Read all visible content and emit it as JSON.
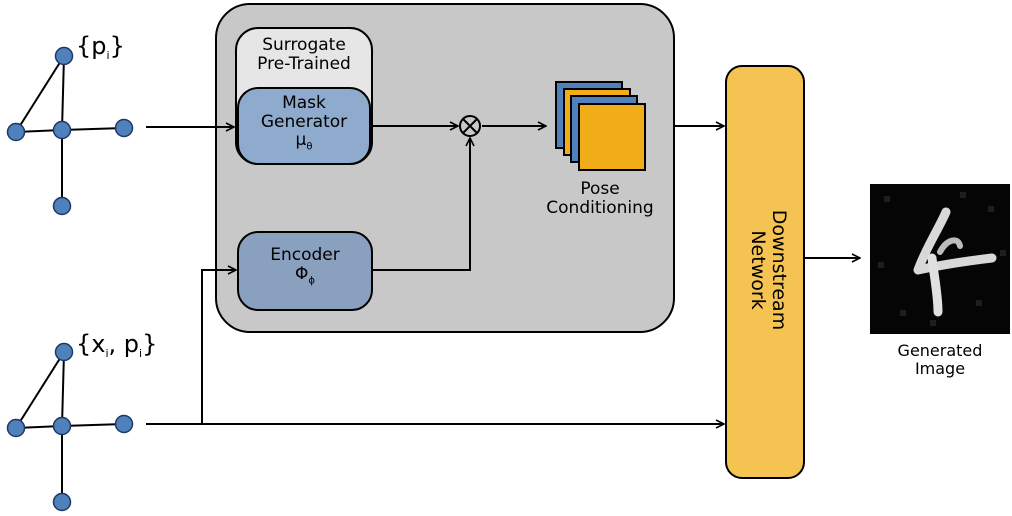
{
  "graph_top": {
    "label_main": "{p",
    "label_sub": "i",
    "label_end": "}"
  },
  "graph_bottom": {
    "label_main": "{x",
    "label_sub1": "i",
    "label_mid": ", p",
    "label_sub2": "i",
    "label_end": "}"
  },
  "surrogate": {
    "line1": "Surrogate",
    "line2": "Pre-Trained"
  },
  "mask_generator": {
    "line1": "Mask",
    "line2": "Generator",
    "symbol": "μ",
    "symbol_sub": "θ"
  },
  "encoder": {
    "line1": "Encoder",
    "symbol": "Φ",
    "symbol_sub": "ϕ"
  },
  "pose": {
    "line1": "Pose",
    "line2": "Conditioning"
  },
  "downstream": {
    "line1": "Downstream",
    "line2": "Network"
  },
  "output": {
    "line1": "Generated",
    "line2": "Image"
  },
  "colors": {
    "node": "#4f81bd",
    "node_stroke": "#1f3864",
    "surrogate_panel": "#c8c8c8",
    "surrogate_box": "#e6e6e6",
    "mask_box": "#8eaacc",
    "encoder_box": "#8aa0bf",
    "pose_front": "#f0ad18",
    "pose_back": "#4f81bd",
    "downstream": "#f5c352"
  }
}
